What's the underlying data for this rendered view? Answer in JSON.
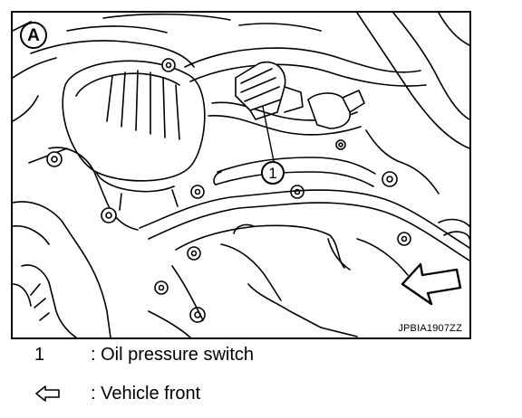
{
  "figure": {
    "view_label": "A",
    "callout_number": "1",
    "figure_code": "JPBIA1907ZZ"
  },
  "legend": [
    {
      "key": "1",
      "text": ": Oil pressure switch"
    },
    {
      "key_icon": "hollow-arrow-left-icon",
      "text": ": Vehicle front"
    }
  ]
}
